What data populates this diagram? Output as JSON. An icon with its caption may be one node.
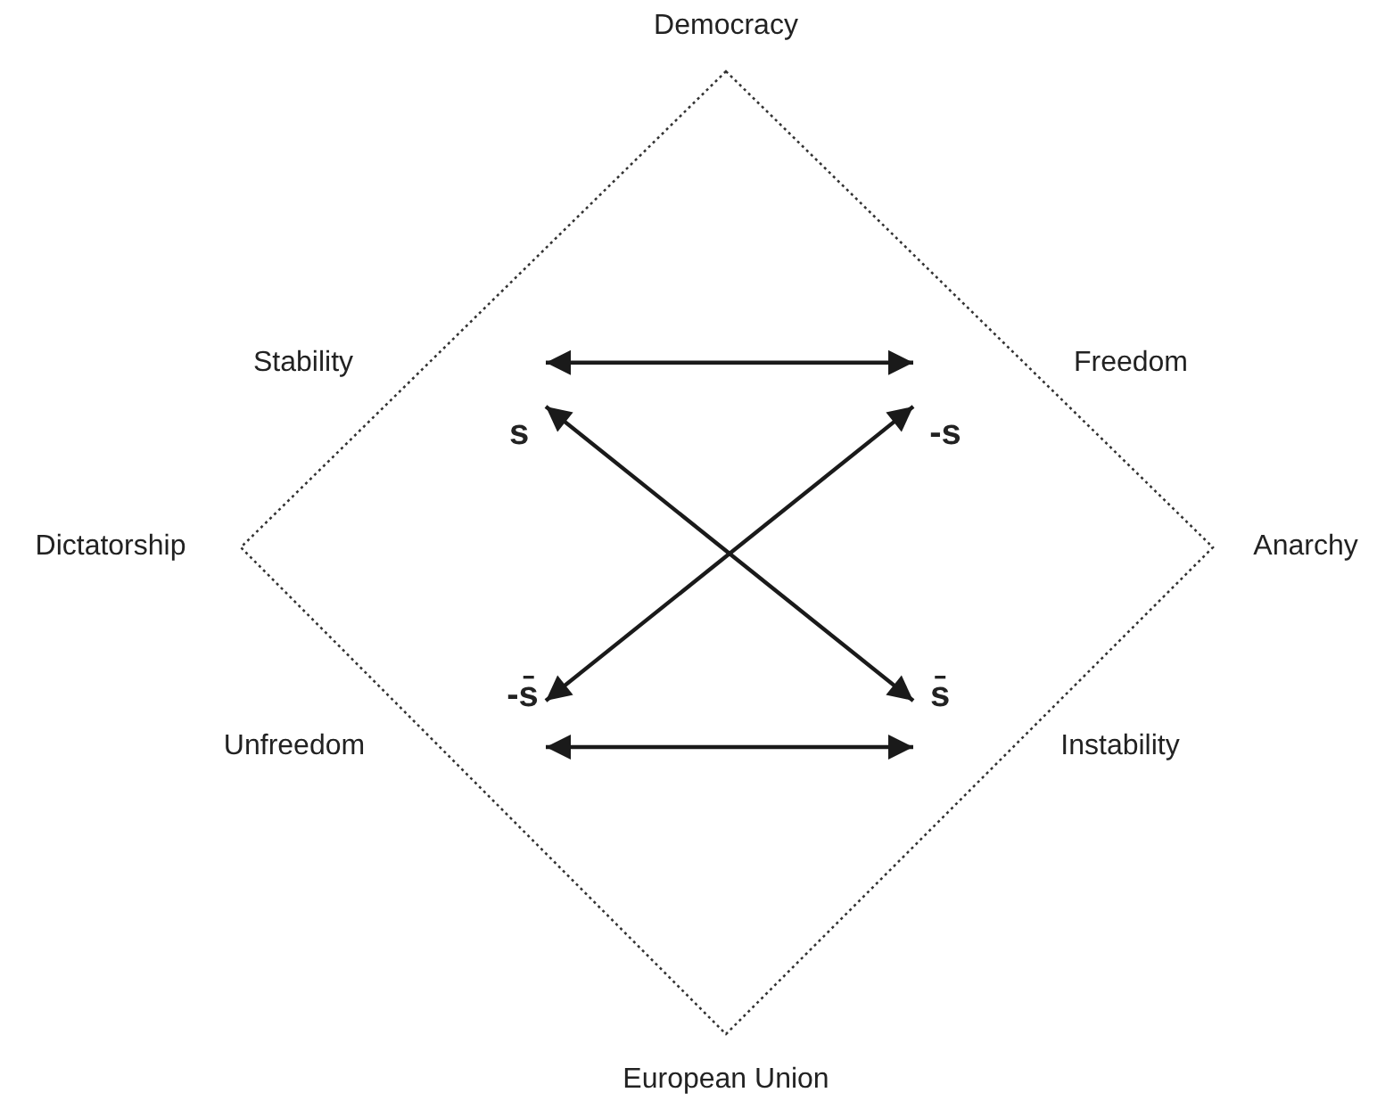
{
  "diagram": {
    "nodes": [
      {
        "text": [
          "s"
        ]
      },
      {
        "text": [
          "-s"
        ]
      },
      {
        "text": [
          "-s̄"
        ]
      },
      {
        "text": [
          "s̄"
        ]
      }
    ],
    "edges": [
      {
        "from": 0,
        "to": 1,
        "arrow": "both"
      },
      {
        "from": 0,
        "to": 3,
        "arrow": "both"
      },
      {
        "from": 2,
        "to": 1,
        "arrow": "both"
      },
      {
        "from": 2,
        "to": 3,
        "arrow": "both"
      }
    ],
    "labels": [
      "Democracy",
      "Stability",
      "Freedom",
      "Dictatorship",
      "Anarchy",
      "Unfreedom",
      "Instability",
      "European Union"
    ]
  }
}
